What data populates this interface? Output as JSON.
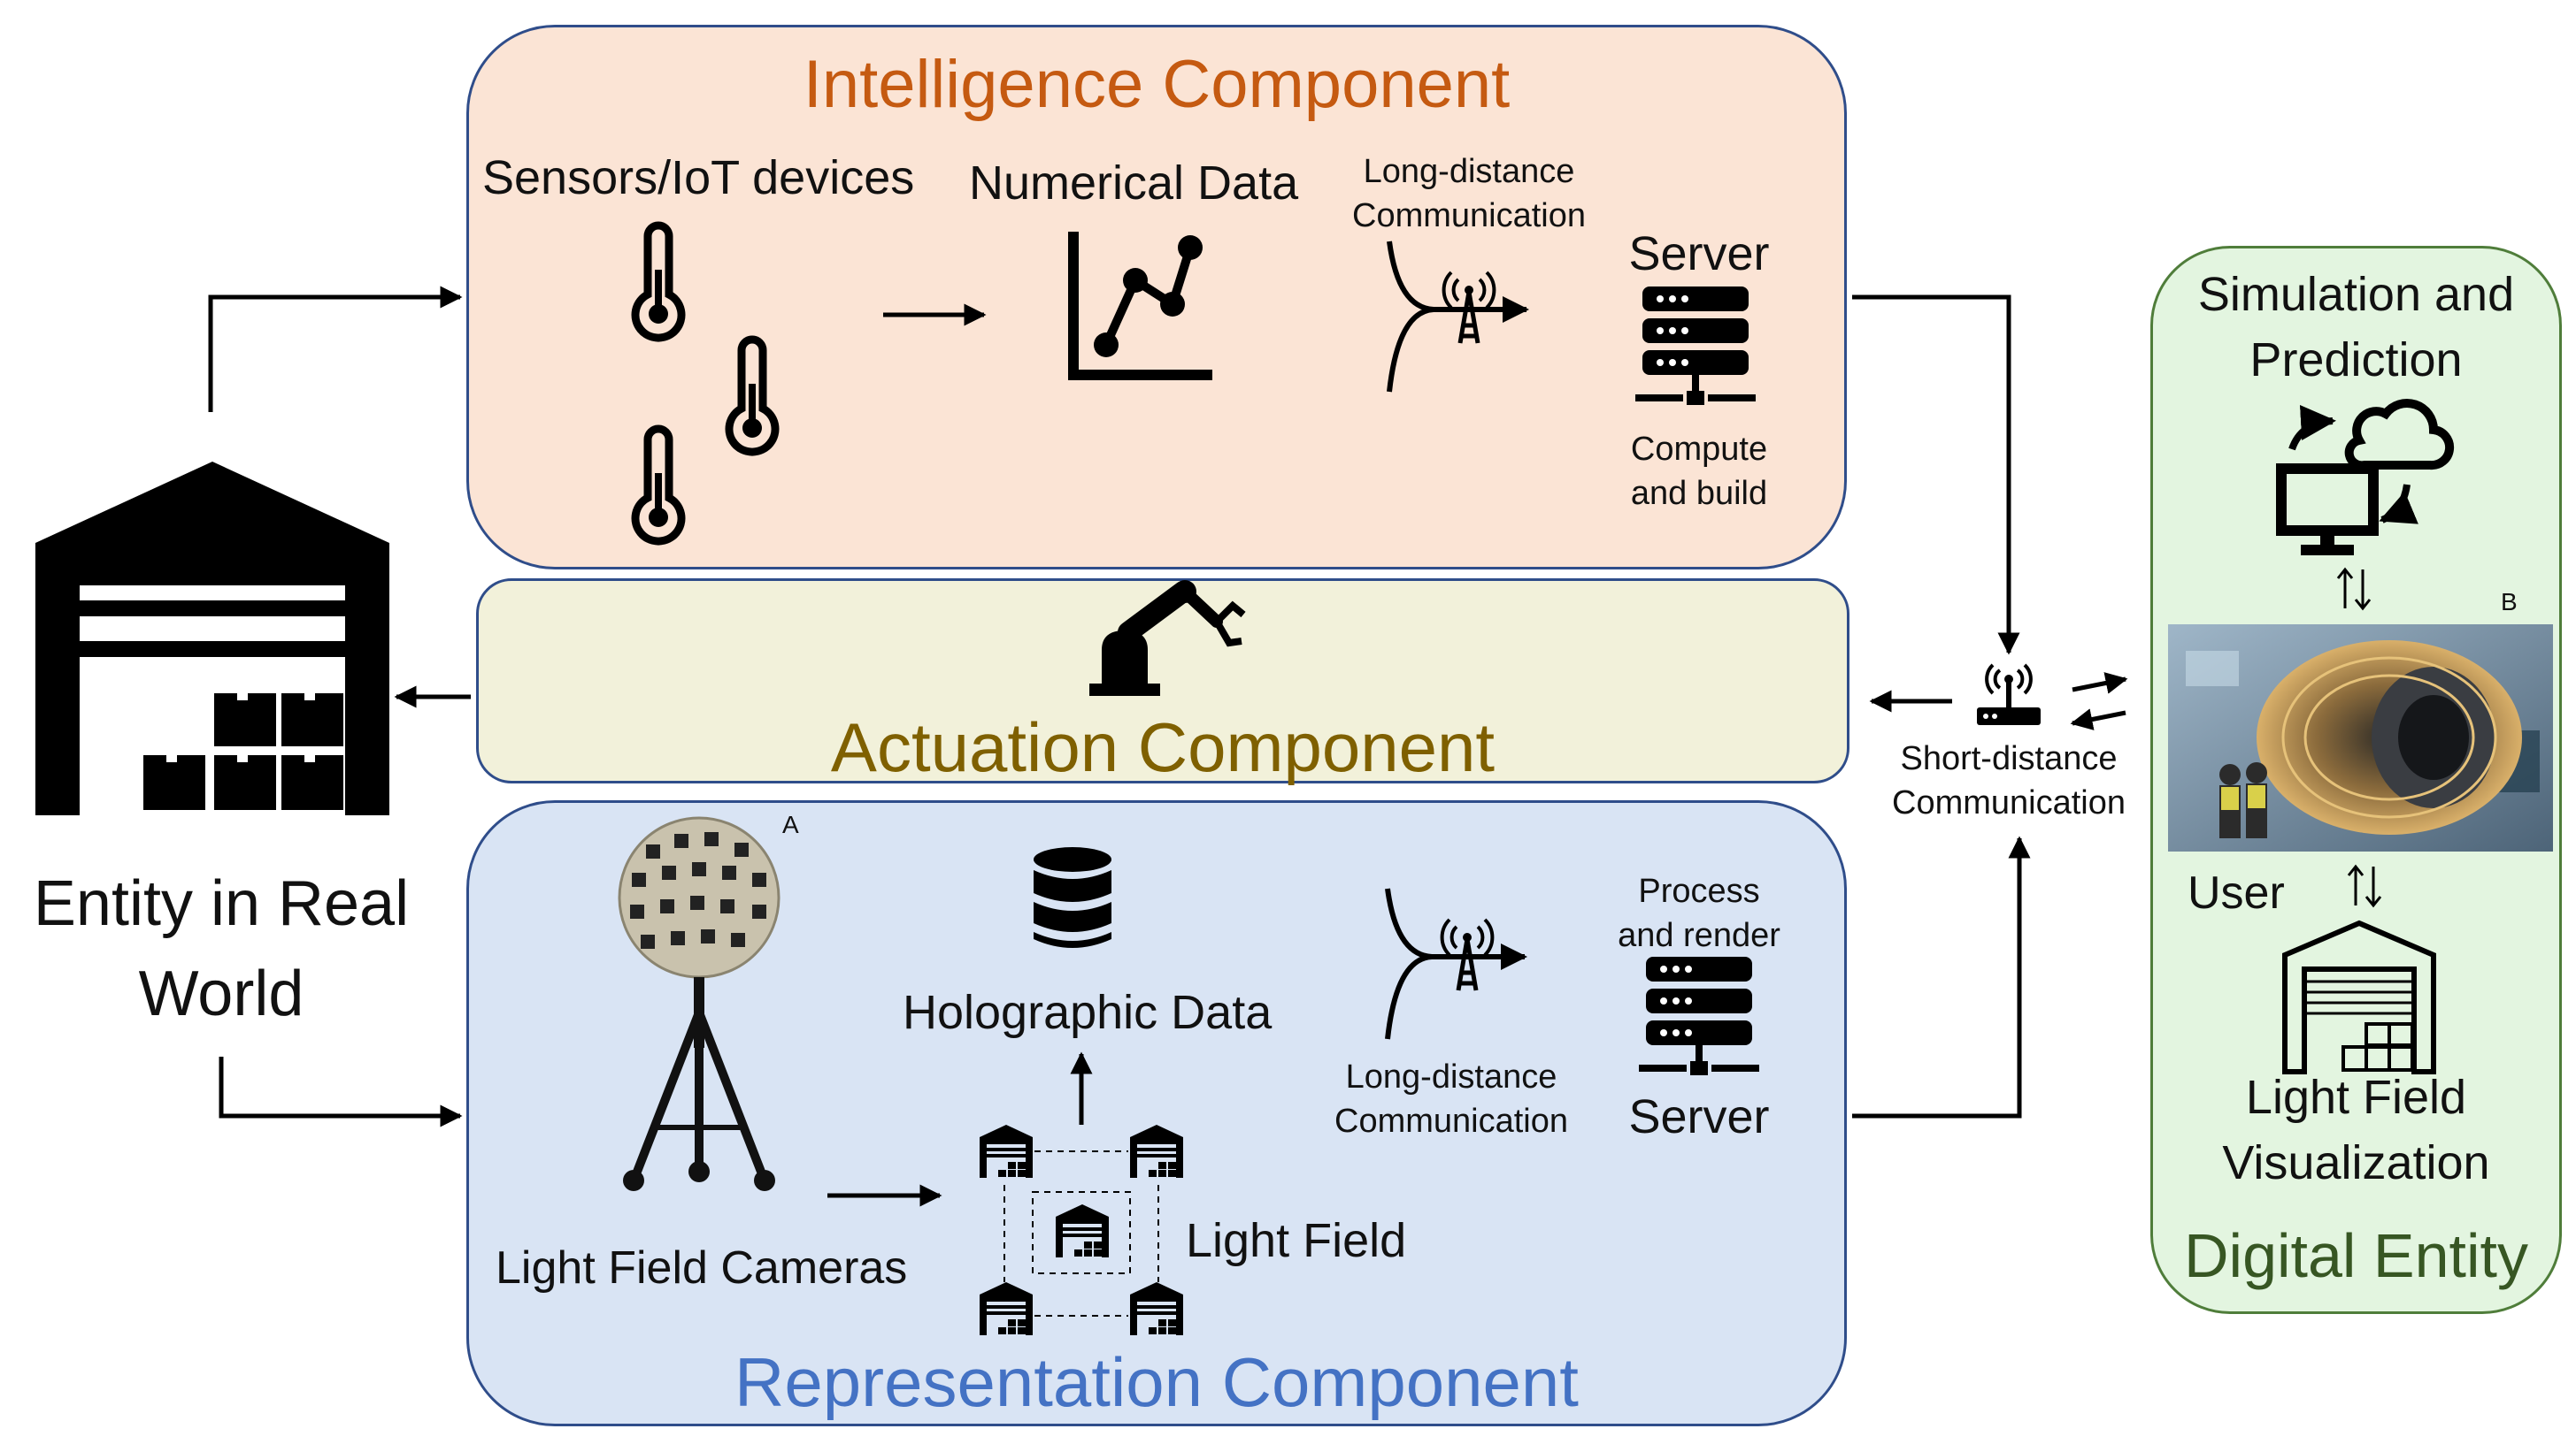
{
  "real_world": {
    "label_line1": "Entity in Real",
    "label_line2": "World"
  },
  "intelligence": {
    "title": "Intelligence Component",
    "sensors_label": "Sensors/IoT devices",
    "numerical_label": "Numerical Data",
    "comm_line1": "Long-distance",
    "comm_line2": "Communication",
    "server_label": "Server",
    "compute_line1": "Compute",
    "compute_line2": "and build"
  },
  "actuation": {
    "title": "Actuation Component"
  },
  "representation": {
    "title": "Representation Component",
    "cameras_label": "Light Field Cameras",
    "camera_tag": "A",
    "holographic_label": "Holographic Data",
    "light_field_label": "Light Field",
    "comm_line1": "Long-distance",
    "comm_line2": "Communication",
    "process_line1": "Process",
    "process_line2": "and render",
    "server_label": "Server"
  },
  "short_comm": {
    "line1": "Short-distance",
    "line2": "Communication"
  },
  "digital": {
    "title": "Digital Entity",
    "sim_line1": "Simulation and",
    "sim_line2": "Prediction",
    "image_tag": "B",
    "user_label": "User",
    "viz_line1": "Light Field",
    "viz_line2": "Visualization"
  },
  "colors": {
    "intelligence_fill": "#fbe4d5",
    "actuation_fill": "#f2f1da",
    "representation_fill": "#d9e4f4",
    "digital_fill": "#e3f5e0",
    "panel_border": "#2f4d8a",
    "intelligence_title": "#c55a11",
    "actuation_title": "#7f6000",
    "representation_title": "#4472c4",
    "digital_title": "#375623"
  },
  "icons": [
    "warehouse-icon",
    "thermometer-icon",
    "line-chart-icon",
    "antenna-tower-icon",
    "server-icon",
    "robot-arm-icon",
    "router-icon",
    "database-icon",
    "camera-rig-icon",
    "monitor-cloud-icon",
    "engine-hologram-image"
  ]
}
